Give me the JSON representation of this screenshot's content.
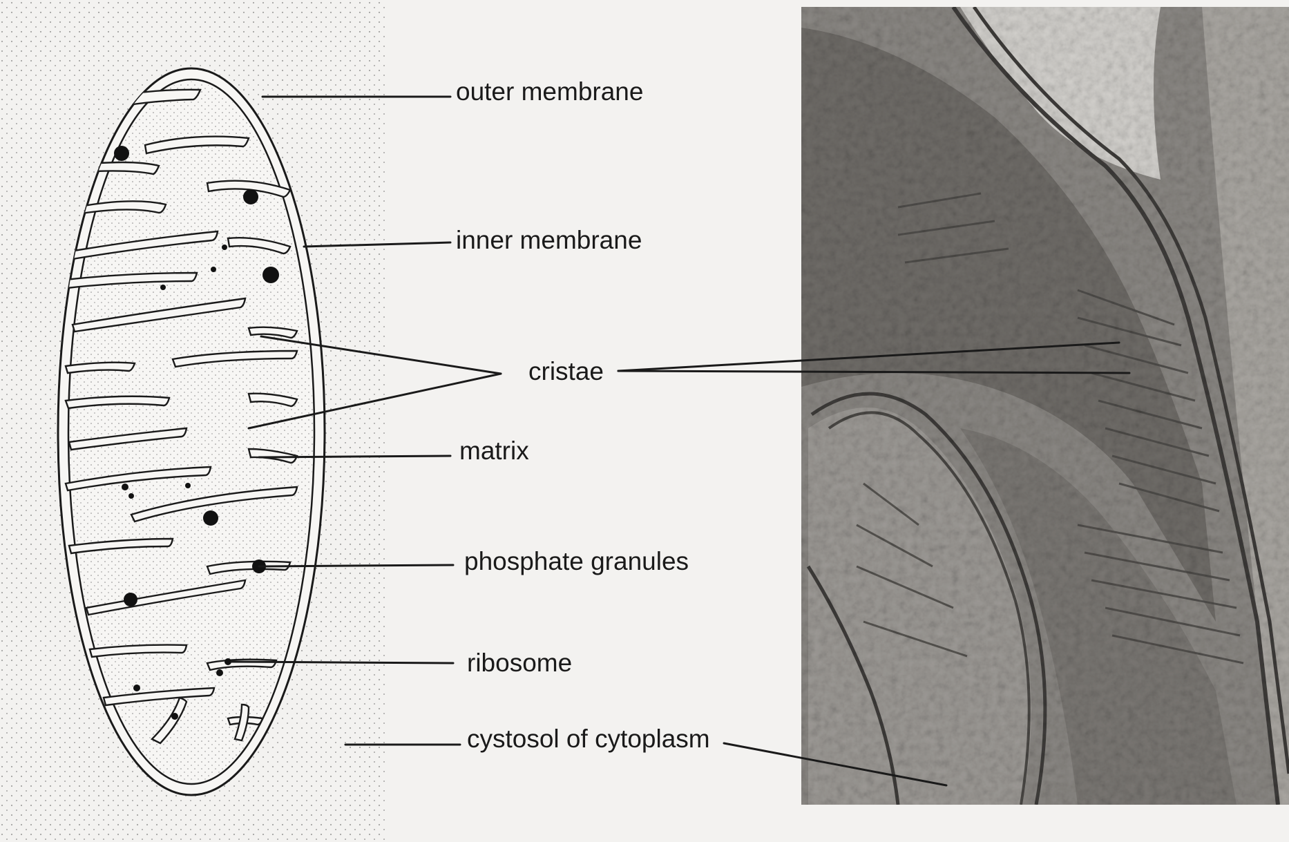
{
  "labels": {
    "outer_membrane": "outer membrane",
    "inner_membrane": "inner membrane",
    "cristae": "cristae",
    "matrix": "matrix",
    "phosphate_granules": "phosphate granules",
    "ribosome": "ribosome",
    "cystosol": "cystosol of cytoplasm"
  },
  "colors": {
    "paper": "#f3f2f0",
    "ink": "#1a1a1a",
    "micrograph_light": "#d8d6d2",
    "micrograph_mid": "#8c8985",
    "micrograph_dark": "#3e3c3a"
  }
}
